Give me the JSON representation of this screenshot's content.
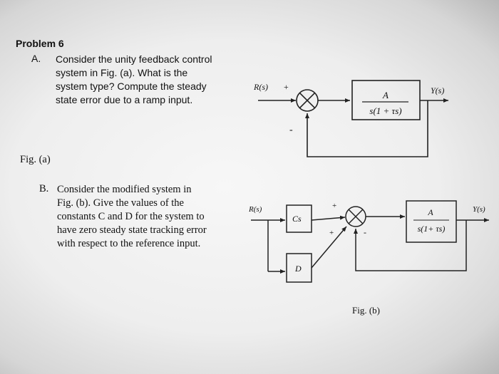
{
  "problem": {
    "title": "Problem 6",
    "part_a": {
      "letter": "A.",
      "lines": [
        "Consider the unity feedback control",
        "system in Fig. (a).  What is the",
        "system type? Compute the steady",
        "state error due to a ramp input."
      ]
    },
    "part_b": {
      "letter": "B.",
      "lines": [
        "Consider the modified system in",
        "Fig. (b). Give the values of the",
        "constants C and D for the system to",
        "have zero steady state tracking error",
        "with respect to the reference input."
      ]
    }
  },
  "fig_a": {
    "label": "Fig. (a)",
    "input": "R(s)",
    "output": "Y(s)",
    "plus": "+",
    "minus": "-",
    "numerator": "A",
    "denominator": "s(1 + τs)"
  },
  "fig_b": {
    "label": "Fig. (b)",
    "input": "R(s)",
    "output": "Y(s)",
    "block_cs": "Cs",
    "block_d": "D",
    "plus_top": "+",
    "plus_left": "+",
    "minus": "-",
    "numerator": "A",
    "denominator": "s(1+ τs)"
  }
}
